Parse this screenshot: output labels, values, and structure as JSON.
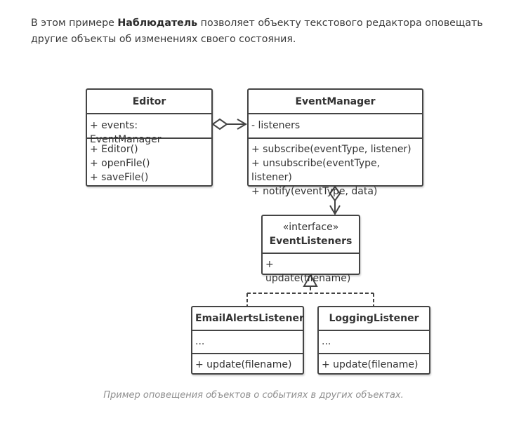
{
  "intro": {
    "before": "В этом примере ",
    "bold": "Наблюдатель",
    "after": " позволяет объекту текстового редактора оповещать другие объекты об изменениях своего состояния."
  },
  "classes": {
    "editor": {
      "name": "Editor",
      "fields": [
        "+ events: EventManager"
      ],
      "methods": [
        "+ Editor()",
        "+ openFile()",
        "+ saveFile()"
      ]
    },
    "event_manager": {
      "name": "EventManager",
      "fields": [
        "- listeners"
      ],
      "methods": [
        "+ subscribe(eventType, listener)",
        "+ unsubscribe(eventType, listener)",
        "+ notify(eventType, data)"
      ]
    },
    "event_listeners": {
      "stereotype": "«interface»",
      "name": "EventListeners",
      "methods": [
        "+ update(filename)"
      ]
    },
    "email_alerts_listener": {
      "name": "EmailAlertsListener",
      "fields": [
        "..."
      ],
      "methods": [
        "+ update(filename)"
      ]
    },
    "logging_listener": {
      "name": "LoggingListener",
      "fields": [
        "..."
      ],
      "methods": [
        "+ update(filename)"
      ]
    }
  },
  "relations": [
    {
      "from": "Editor",
      "to": "EventManager",
      "type": "aggregation"
    },
    {
      "from": "EventManager",
      "to": "EventListeners",
      "type": "aggregation"
    },
    {
      "from": "EmailAlertsListener",
      "to": "EventListeners",
      "type": "realization"
    },
    {
      "from": "LoggingListener",
      "to": "EventListeners",
      "type": "realization"
    }
  ],
  "caption": "Пример оповещения объектов о событиях в других объектах."
}
